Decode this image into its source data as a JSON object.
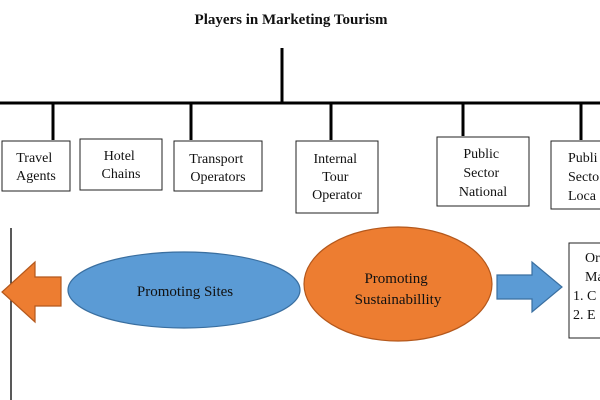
{
  "title": "Players in Marketing Tourism",
  "players": [
    {
      "lines": [
        "Travel",
        "Agents"
      ]
    },
    {
      "lines": [
        "Hotel",
        "Chains"
      ]
    },
    {
      "lines": [
        "Transport",
        "Operators"
      ]
    },
    {
      "lines": [
        "Internal",
        "Tour",
        "Operator"
      ]
    },
    {
      "lines": [
        "Public",
        "Sector",
        "National"
      ]
    },
    {
      "lines": [
        "Publi",
        "Secto",
        "Loca"
      ]
    }
  ],
  "promoting_sites": "Promoting Sites",
  "promoting_sustainability": [
    "Promoting",
    "Sustainabillity"
  ],
  "right_box": {
    "lines": [
      "Or",
      "Ma",
      "1.  C",
      "2.  E"
    ]
  },
  "colors": {
    "line": "#000000",
    "box_border": "#222222",
    "blue_fill": "#5b9bd5",
    "blue_stroke": "#3a6fa0",
    "orange_fill": "#ed7d31",
    "orange_stroke": "#b4581c"
  }
}
